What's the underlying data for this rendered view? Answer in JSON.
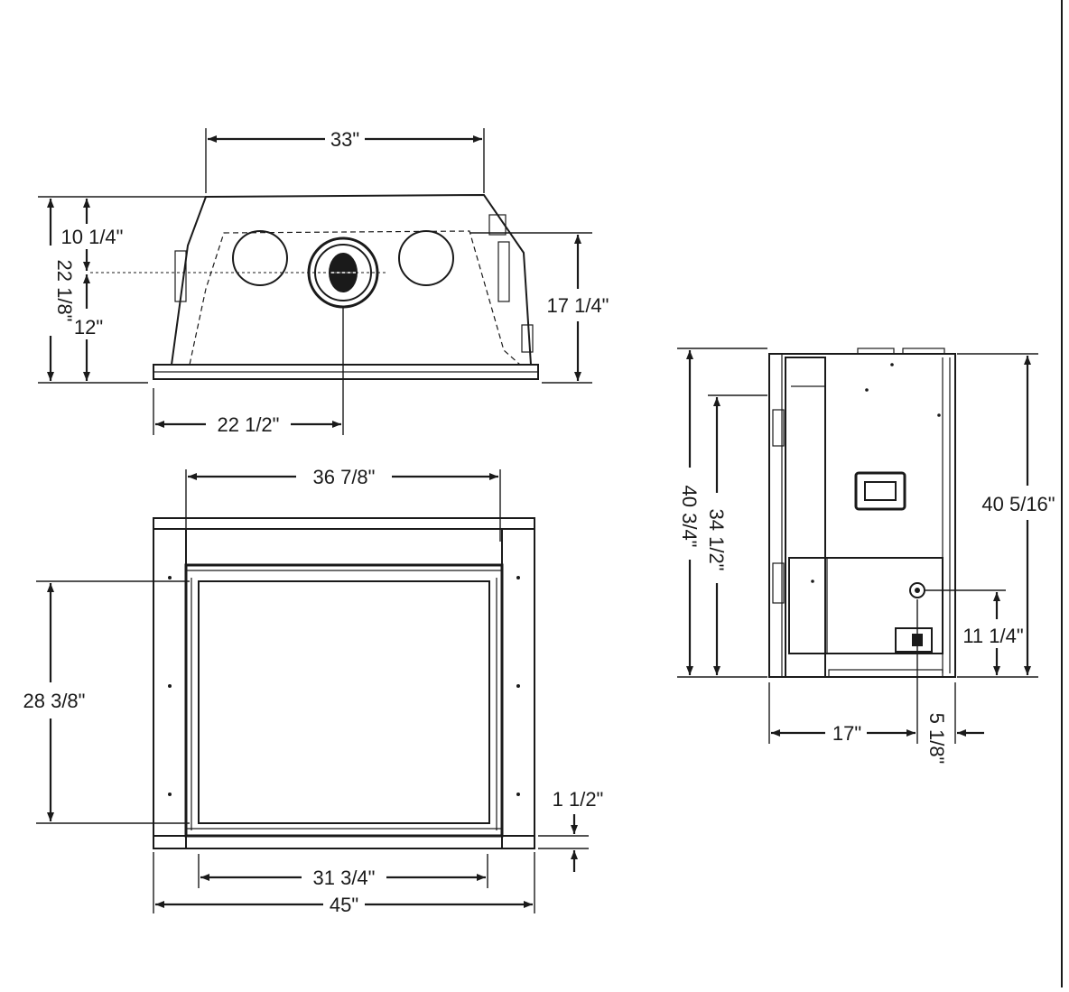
{
  "colors": {
    "line": "#1a1a1a",
    "panel": "#bfbfbf",
    "background": "#ffffff"
  },
  "top_view": {
    "overall_width": "33\"",
    "height_upper": "10 1/4\"",
    "height_total": "22 1/8\"",
    "height_lower": "12\"",
    "duct_height": "17 1/4\"",
    "center_offset": "22 1/2\""
  },
  "front_view": {
    "opening_width_top": "36 7/8\"",
    "opening_height": "28 3/8\"",
    "sill_height": "1 1/2\"",
    "opening_width_bottom": "31 3/4\"",
    "overall_width": "45\""
  },
  "side_view": {
    "overall_height": "40 3/4\"",
    "frame_height": "34 1/2\"",
    "rear_height": "40 5/16\"",
    "gas_height": "11 1/4\"",
    "depth": "17\"",
    "gas_offset": "5 1/8\""
  }
}
